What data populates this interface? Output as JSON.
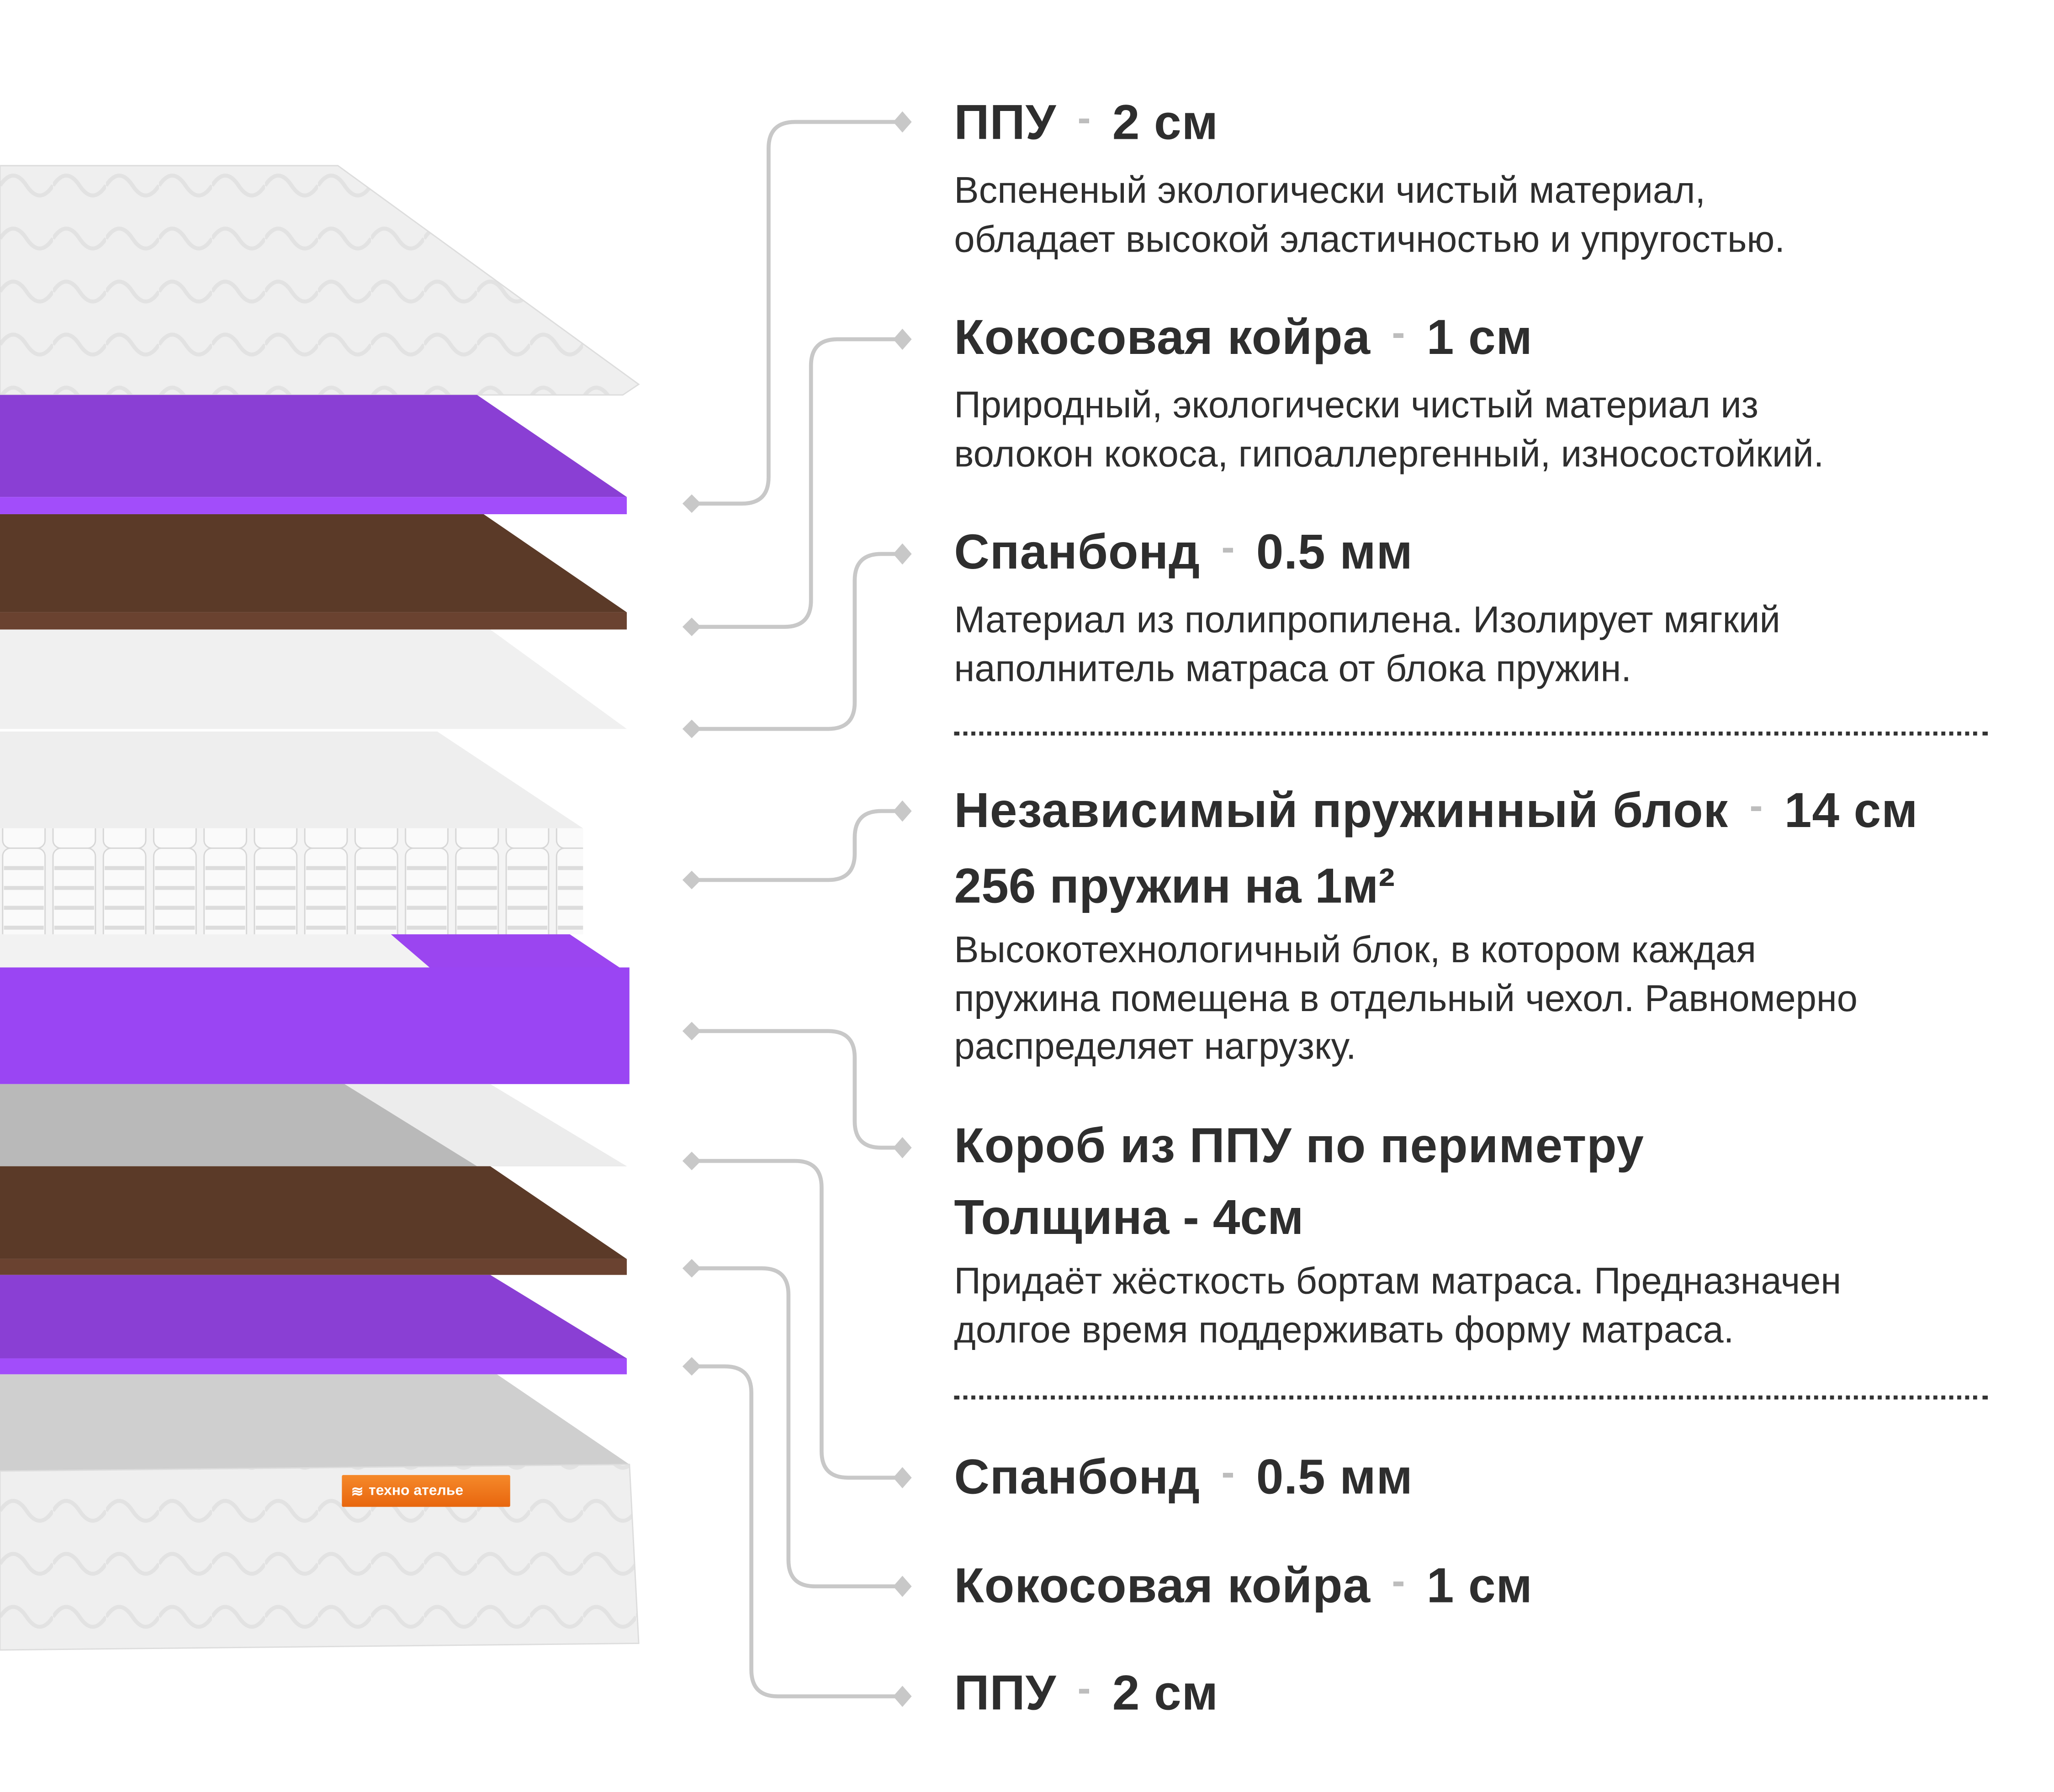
{
  "layers": [
    {
      "title": "ППУ",
      "dash": "-",
      "size": "2 см",
      "desc": [
        "Вспененый экологически чистый материал,",
        "обладает высокой эластичностью и упругостью."
      ]
    },
    {
      "title": "Кокосовая койра",
      "dash": "-",
      "size": "1 см",
      "desc": [
        "Природный, экологически чистый материал из",
        "волокон кокоса, гипоаллергенный, износостойкий."
      ]
    },
    {
      "title": "Спанбонд",
      "dash": "-",
      "size": "0.5 мм",
      "desc": [
        "Материал из полипропилена. Изолирует мягкий",
        "наполнитель матраса от блока пружин."
      ]
    },
    {
      "title": "Независимый пружинный блок",
      "dash": "-",
      "size": "14 см",
      "subtitle": "256 пружин на 1м²",
      "desc": [
        "Высокотехнологичный блок, в котором каждая",
        "пружина помещена в отдельный чехол. Равномерно",
        "распределяет нагрузку."
      ]
    },
    {
      "title": "Короб из ППУ по периметру",
      "subtitle": "Толщина - 4см",
      "desc": [
        "Придаёт жёсткость бортам матраса. Предназначен",
        "долгое время поддерживать форму матраса."
      ]
    },
    {
      "title": "Спанбонд",
      "dash": "-",
      "size": "0.5 мм"
    },
    {
      "title": "Кокосовая койра",
      "dash": "-",
      "size": "1 см"
    },
    {
      "title": "ППУ",
      "dash": "-",
      "size": "2 см"
    }
  ],
  "brand": {
    "name": "техно ателье",
    "color": "#f07a1e"
  },
  "colors": {
    "purple": "#a24dfa",
    "coir": "#5b3a28",
    "connector": "#c8c8c8"
  }
}
